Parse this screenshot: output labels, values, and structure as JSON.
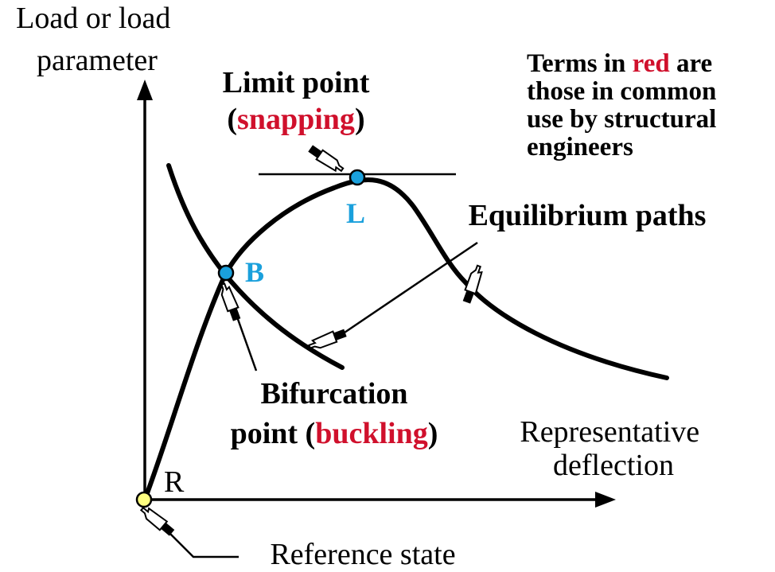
{
  "axes": {
    "y_label_line1": "Load or load",
    "y_label_line2": "parameter",
    "x_label_line1": "Representative",
    "x_label_line2": "deflection"
  },
  "points": {
    "limit": {
      "letter": "L",
      "color": "#1aa0dc"
    },
    "bifurcation": {
      "letter": "B",
      "color": "#1aa0dc"
    },
    "reference": {
      "letter": "R",
      "color": "#ffff80"
    }
  },
  "labels": {
    "limit_line1": "Limit point",
    "limit_open": "(",
    "limit_red": "snapping",
    "limit_close": ")",
    "bifurcation_line1": "Bifurcation",
    "bifurcation_prefix": "point (",
    "bifurcation_red": "buckling",
    "bifurcation_close": ")",
    "equilibrium": "Equilibrium paths",
    "reference": "Reference state"
  },
  "note": {
    "line1_prefix": "Terms in ",
    "line1_red": "red",
    "line1_suffix": " are",
    "line2": "those in common",
    "line3": "use by structural",
    "line4": "engineers"
  },
  "colors": {
    "red_term": "#d0102c",
    "point_blue": "#1aa0dc",
    "ink": "#000000"
  },
  "icons": {
    "pointer": "pointing-hand-icon"
  }
}
